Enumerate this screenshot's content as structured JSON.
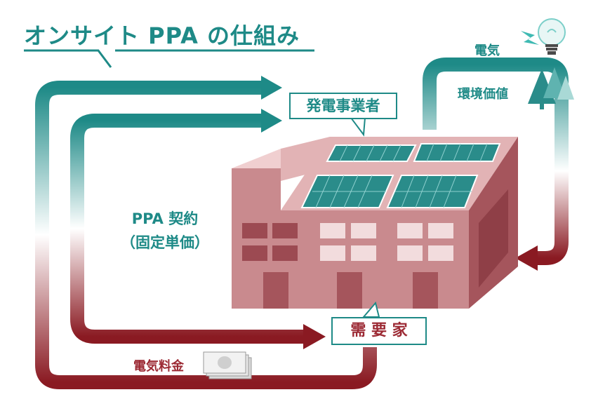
{
  "title": "オンサイト PPA の仕組み",
  "labels": {
    "generator": "発電事業者",
    "consumer": "需 要 家",
    "contract_line1": "PPA 契約",
    "contract_line2": "（固定単価）",
    "electricity": "電気",
    "environmental_value": "環境価値",
    "electricity_fee": "電気料金"
  },
  "colors": {
    "teal": "#1e8a87",
    "dark_red": "#8a1a22",
    "building_light": "#e2b3b5",
    "building_mid": "#c98a8e",
    "building_dark": "#a5555c",
    "panel": "#2a8c8a"
  },
  "icons": [
    "lightbulb-icon",
    "lightning-icon",
    "tree-icon",
    "banknote-icon"
  ]
}
